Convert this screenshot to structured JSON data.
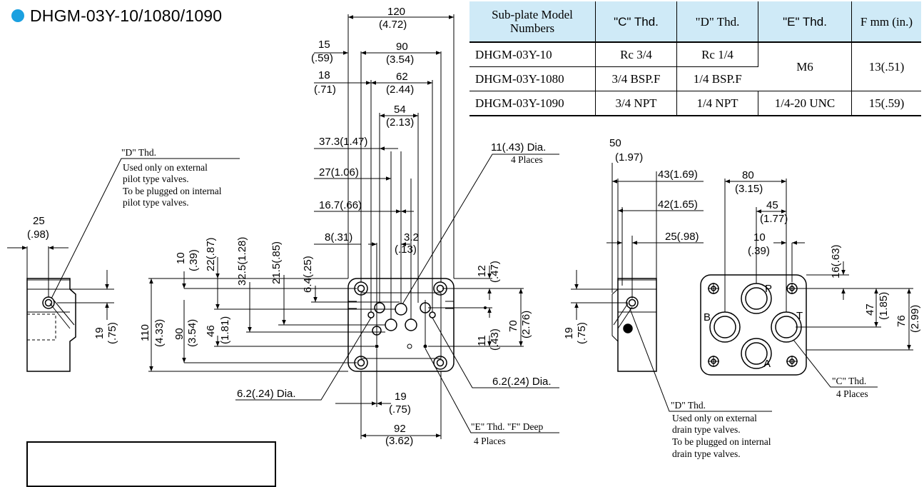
{
  "title": "DHGM-03Y-10/1080/1090",
  "title_color": "#1aa0e0",
  "table": {
    "headers": [
      "Sub-plate Model Numbers",
      "\"C\" Thd.",
      "\"D\" Thd.",
      "\"E\" Thd.",
      "F mm (in.)"
    ],
    "header_fill": "#cfeaf7",
    "rows": [
      {
        "model": "DHGM-03Y-10",
        "c": "Rc 3/4",
        "d": "Rc 1/4"
      },
      {
        "model": "DHGM-03Y-1080",
        "c": "3/4 BSP.F",
        "d": "1/4 BSP.F"
      },
      {
        "model": "DHGM-03Y-1090",
        "c": "3/4 NPT",
        "d": "1/4 NPT",
        "e": "1/4-20 UNC",
        "f": "15(.59)"
      }
    ],
    "merged": {
      "e_rows_1_2": "M6",
      "f_rows_1_2": "13(.51)"
    }
  },
  "dims": {
    "d120": "120",
    "d120in": "(4.72)",
    "d15": "15",
    "d15in": "(.59)",
    "d90": "90",
    "d90in": "(3.54)",
    "d18": "18",
    "d18in": "(.71)",
    "d62": "62",
    "d62in": "(2.44)",
    "d54": "54",
    "d54in": "(2.13)",
    "d37": "37.3(1.47)",
    "d27": "27(1.06)",
    "d167": "16.7(.66)",
    "d8": "8(.31)",
    "d32": "3.2",
    "d32in": "(.13)",
    "d25l": "25",
    "d25lin": "(.98)",
    "v10": "10",
    "v10in": "(.39)",
    "v22": "22(.87)",
    "v325": "32.5(1.28)",
    "v215": "21.5(.85)",
    "v64": "6.4(.25)",
    "v110": "110",
    "v110in": "(4.33)",
    "v90": "90",
    "v90in": "(3.54)",
    "v46": "46",
    "v46in": "(1.81)",
    "v19l": "19",
    "v19lin": "(.75)",
    "v12": "12",
    "v12in": "(.47)",
    "v11": "11",
    "v11in": "(.43)",
    "v70": "70",
    "v70in": "(2.76)",
    "d19b": "19",
    "d19bin": "(.75)",
    "d92": "92",
    "d92in": "(3.62)",
    "d50": "50",
    "d50in": "(1.97)",
    "d43": "43(1.69)",
    "d42": "42(1.65)",
    "d25r": "25(.98)",
    "v19r": "19",
    "v19rin": "(.75)",
    "d80": "80",
    "d80in": "(3.15)",
    "d45": "45",
    "d45in": "(1.77)",
    "d10r": "10",
    "d10rin": "(.39)",
    "v16": "16(.63)",
    "v47": "47",
    "v47in": "(1.85)",
    "v76": "76",
    "v76in": "(2.99)"
  },
  "notes": {
    "d_thd_left": [
      "\"D\" Thd.",
      "Used only on external",
      "pilot type valves.",
      "To be plugged on internal",
      "pilot type valves."
    ],
    "dia11": [
      "11(.43) Dia.",
      "4 Places"
    ],
    "dia62_left": "6.2(.24) Dia.",
    "dia62_right": "6.2(.24) Dia.",
    "e_thd": [
      "\"E\" Thd. \"F\" Deep",
      "4 Places"
    ],
    "d_thd_right": [
      "\"D\" Thd.",
      "Used only on external",
      "drain type valves.",
      "To be plugged on internal",
      "drain type valves."
    ],
    "c_thd": [
      "\"C\" Thd.",
      "4 Places"
    ]
  },
  "ports": {
    "p": "P",
    "b": "B",
    "t": "T",
    "a": "A"
  }
}
